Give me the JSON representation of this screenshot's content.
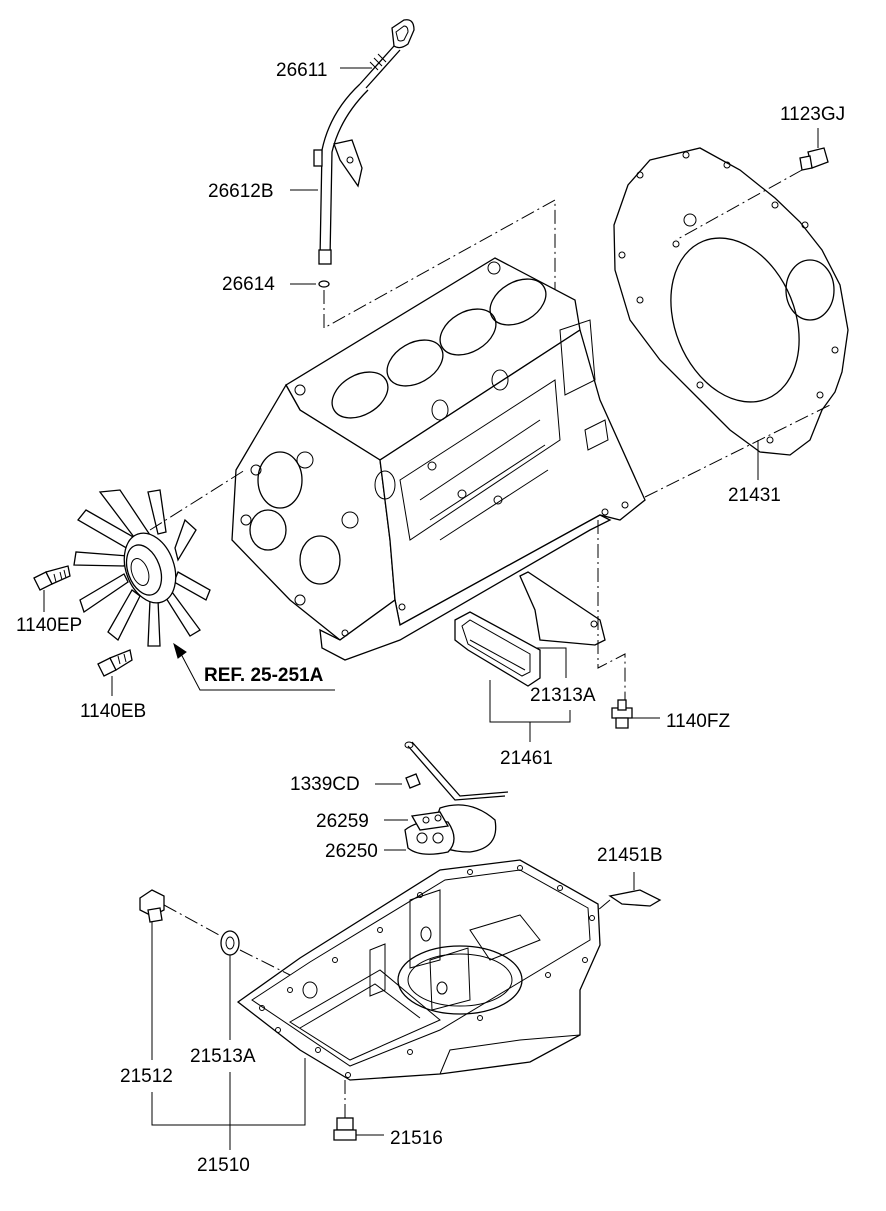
{
  "diagram": {
    "labels": {
      "p26611": "26611",
      "p26612b": "26612B",
      "p26614": "26614",
      "p1123gj": "1123GJ",
      "p21431": "21431",
      "p1140ep": "1140EP",
      "p1140eb": "1140EB",
      "ref": "REF. 25-251A",
      "p21313a": "21313A",
      "p1140fz": "1140FZ",
      "p21461": "21461",
      "p1339cd": "1339CD",
      "p26259": "26259",
      "p26250": "26250",
      "p21451b": "21451B",
      "p21512": "21512",
      "p21513a": "21513A",
      "p21510": "21510",
      "p21516": "21516"
    }
  }
}
